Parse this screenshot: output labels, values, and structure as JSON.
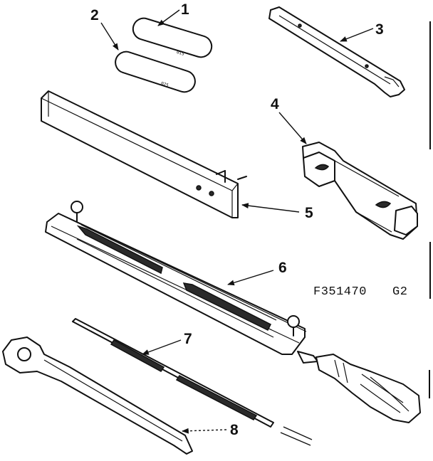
{
  "drawing": {
    "part_code": "F351470",
    "revision": "G2"
  },
  "parts": [
    {
      "callout": "1",
      "stamp": "015"
    },
    {
      "callout": "2",
      "stamp": "025"
    },
    {
      "callout": "3"
    },
    {
      "callout": "4"
    },
    {
      "callout": "5"
    },
    {
      "callout": "6"
    },
    {
      "callout": "7"
    },
    {
      "callout": "8"
    }
  ],
  "colors": {
    "ink": "#111111",
    "paper": "#ffffff"
  }
}
